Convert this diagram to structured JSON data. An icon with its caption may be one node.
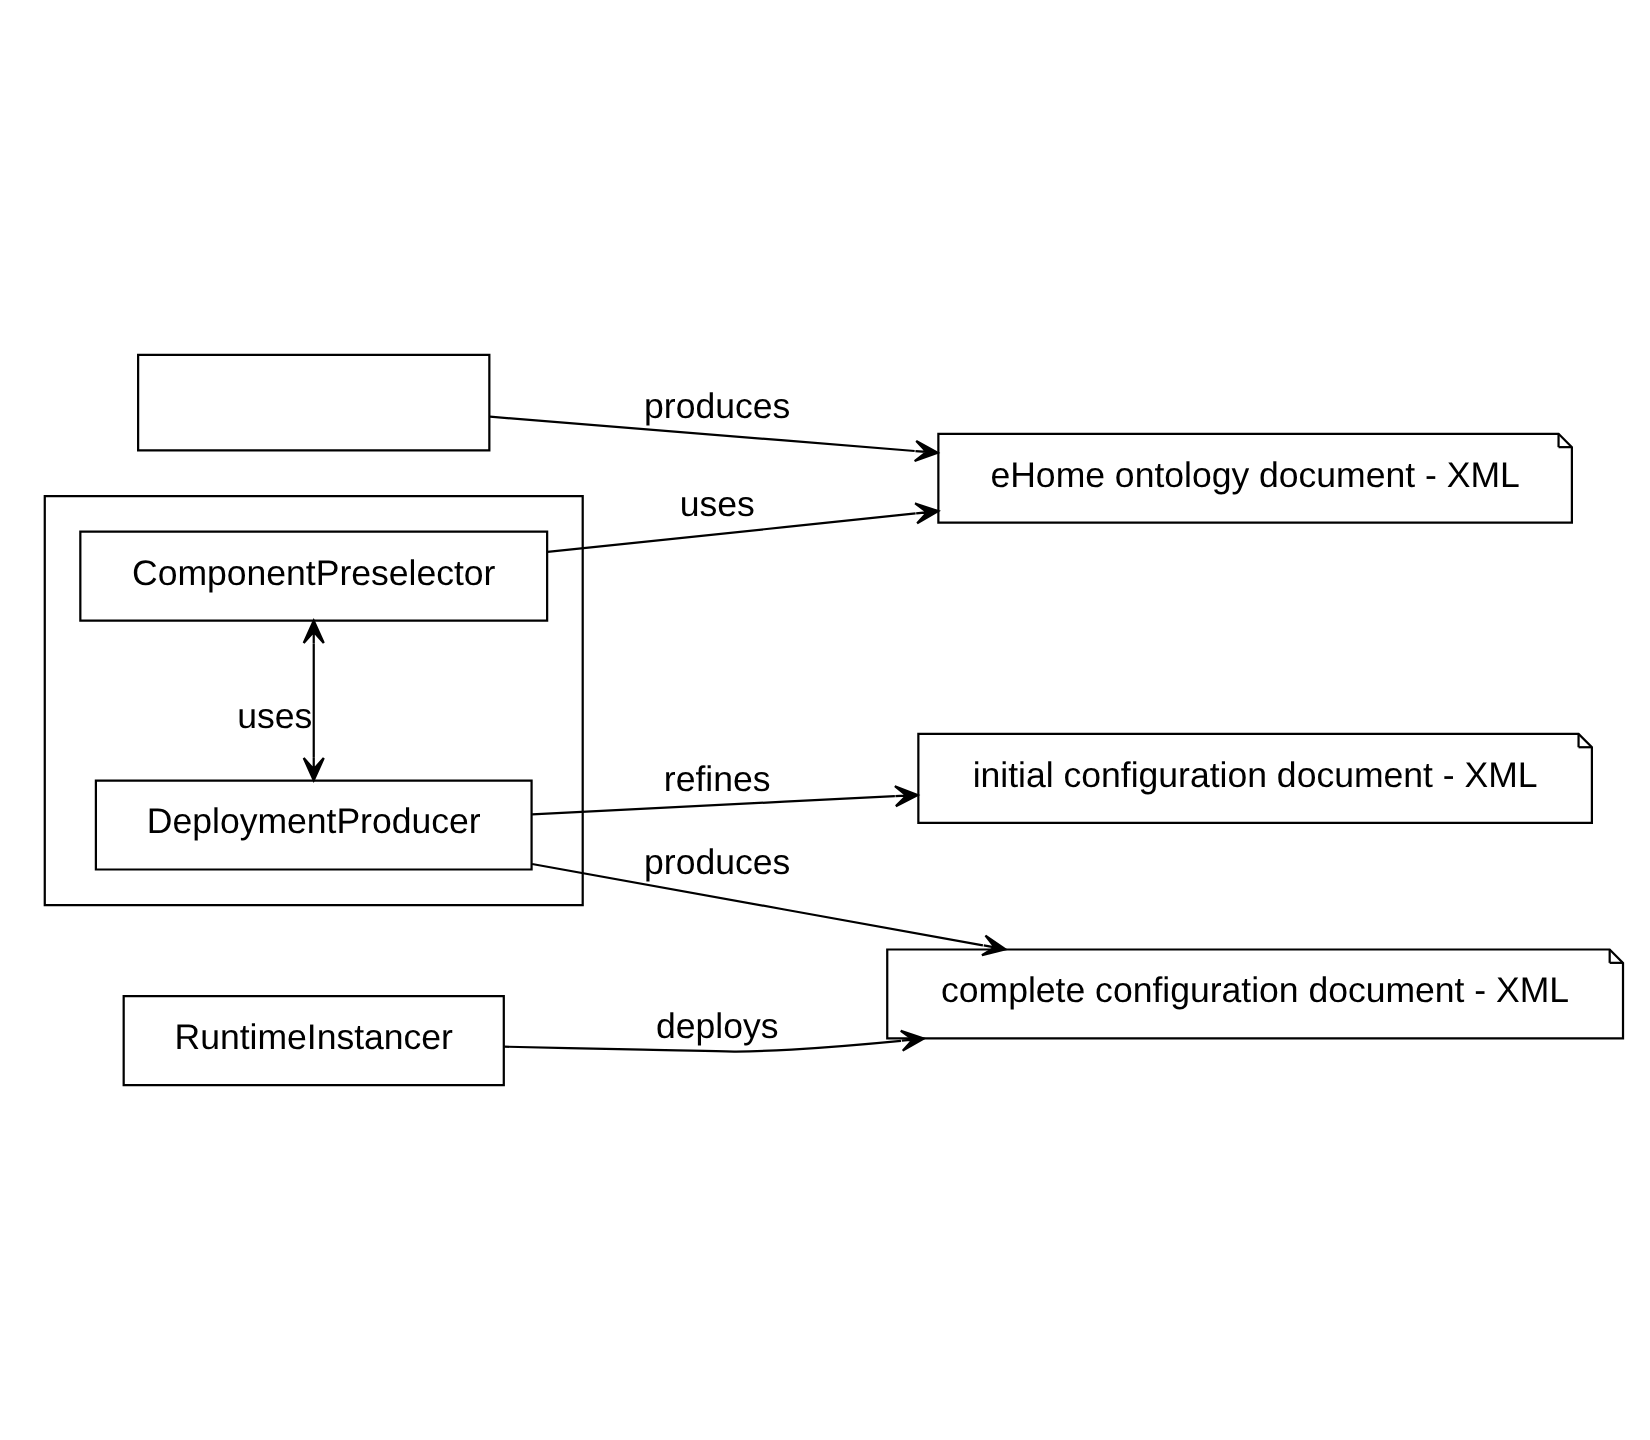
{
  "diagram": {
    "nodes": [
      {
        "text": [],
        "shape": "box"
      },
      {
        "text": [
          "eHome ontology document - XML"
        ]
      },
      {
        "text": [],
        "shape": "box"
      },
      {
        "text": [
          "ComponentPreselector"
        ],
        "in": 2
      },
      {
        "text": [
          "DeploymentProducer"
        ],
        "in": 2
      },
      {
        "text": [
          "initial configuration document - XML"
        ]
      },
      {
        "text": [
          "complete configuration document - XML"
        ]
      },
      {
        "text": [
          "RuntimeInstancer"
        ]
      }
    ],
    "edges": [
      {
        "from": 0,
        "to": 1,
        "arrow": "to",
        "label": "produces"
      },
      {
        "from": 3,
        "to": 1,
        "arrow": "to",
        "label": "uses"
      },
      {
        "from": 3,
        "to": 4,
        "arrow": "both",
        "label": "uses"
      },
      {
        "from": 4,
        "to": 5,
        "arrow": "to",
        "label": "refines"
      },
      {
        "from": 4,
        "to": 6,
        "arrow": "to",
        "label": "produces"
      },
      {
        "from": 7,
        "to": 6,
        "arrow": "to",
        "label": "deploys"
      }
    ]
  }
}
